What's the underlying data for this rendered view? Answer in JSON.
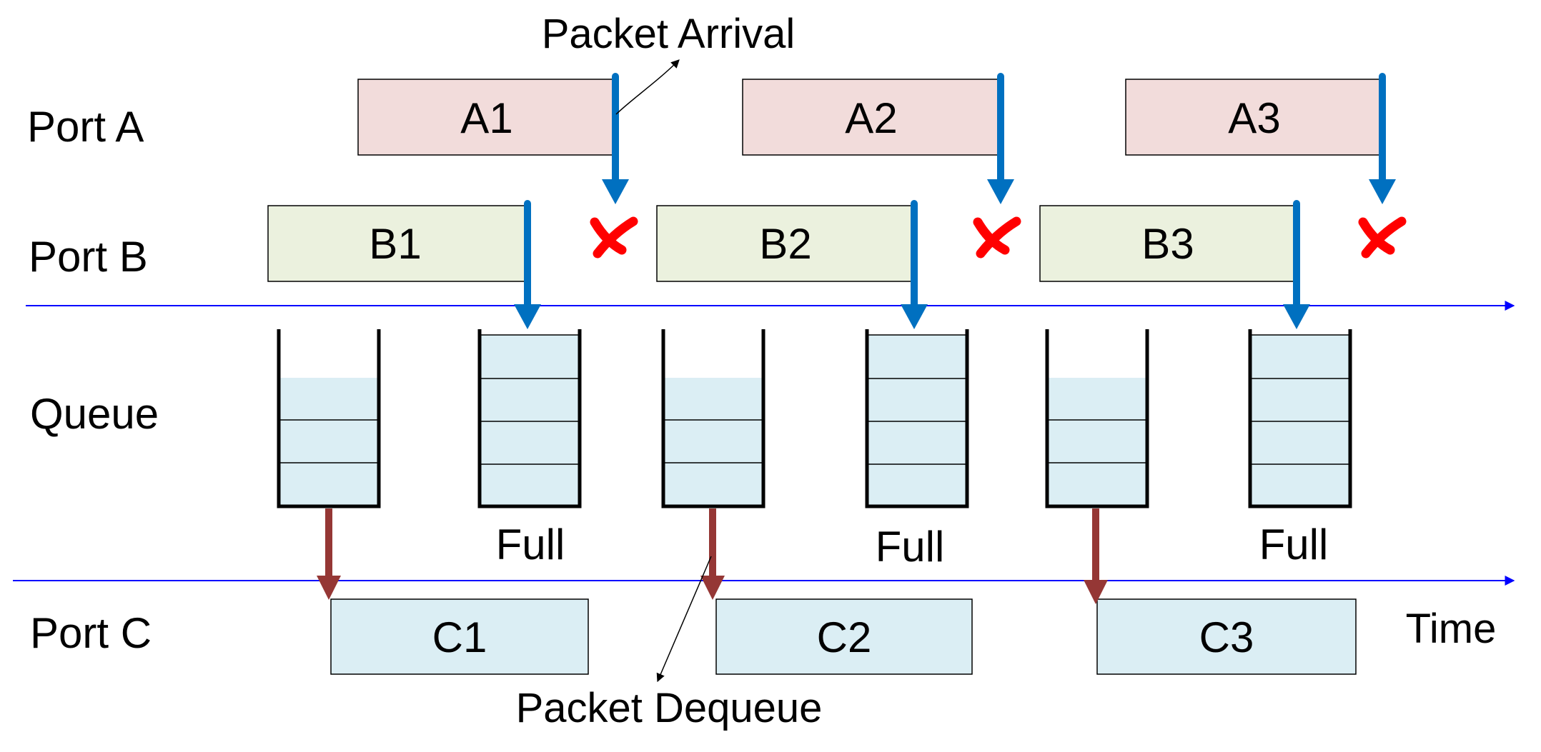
{
  "rows": [
    {
      "key": "port_a",
      "label": "Port A"
    },
    {
      "key": "port_b",
      "label": "Port B"
    },
    {
      "key": "queue",
      "label": "Queue"
    },
    {
      "key": "port_c",
      "label": "Port C"
    }
  ],
  "port_a_packets": [
    "A1",
    "A2",
    "A3"
  ],
  "port_b_packets": [
    "B1",
    "B2",
    "B3"
  ],
  "port_c_packets": [
    "C1",
    "C2",
    "C3"
  ],
  "full_labels": [
    "Full",
    "Full",
    "Full"
  ],
  "callouts": {
    "arrival": "Packet Arrival",
    "dequeue": "Packet Dequeue"
  },
  "time_label": "Time",
  "drop_marker_count": 3,
  "colors": {
    "port_a_fill": "#F2DCDB",
    "port_b_fill": "#EBF1DE",
    "queue_fill": "#DBEEF4",
    "port_c_fill": "#DBEEF4",
    "arrival_arrow": "#0070C0",
    "dequeue_arrow": "#953735",
    "timeline": "#0000FF",
    "drop_marker": "#FF0000"
  }
}
